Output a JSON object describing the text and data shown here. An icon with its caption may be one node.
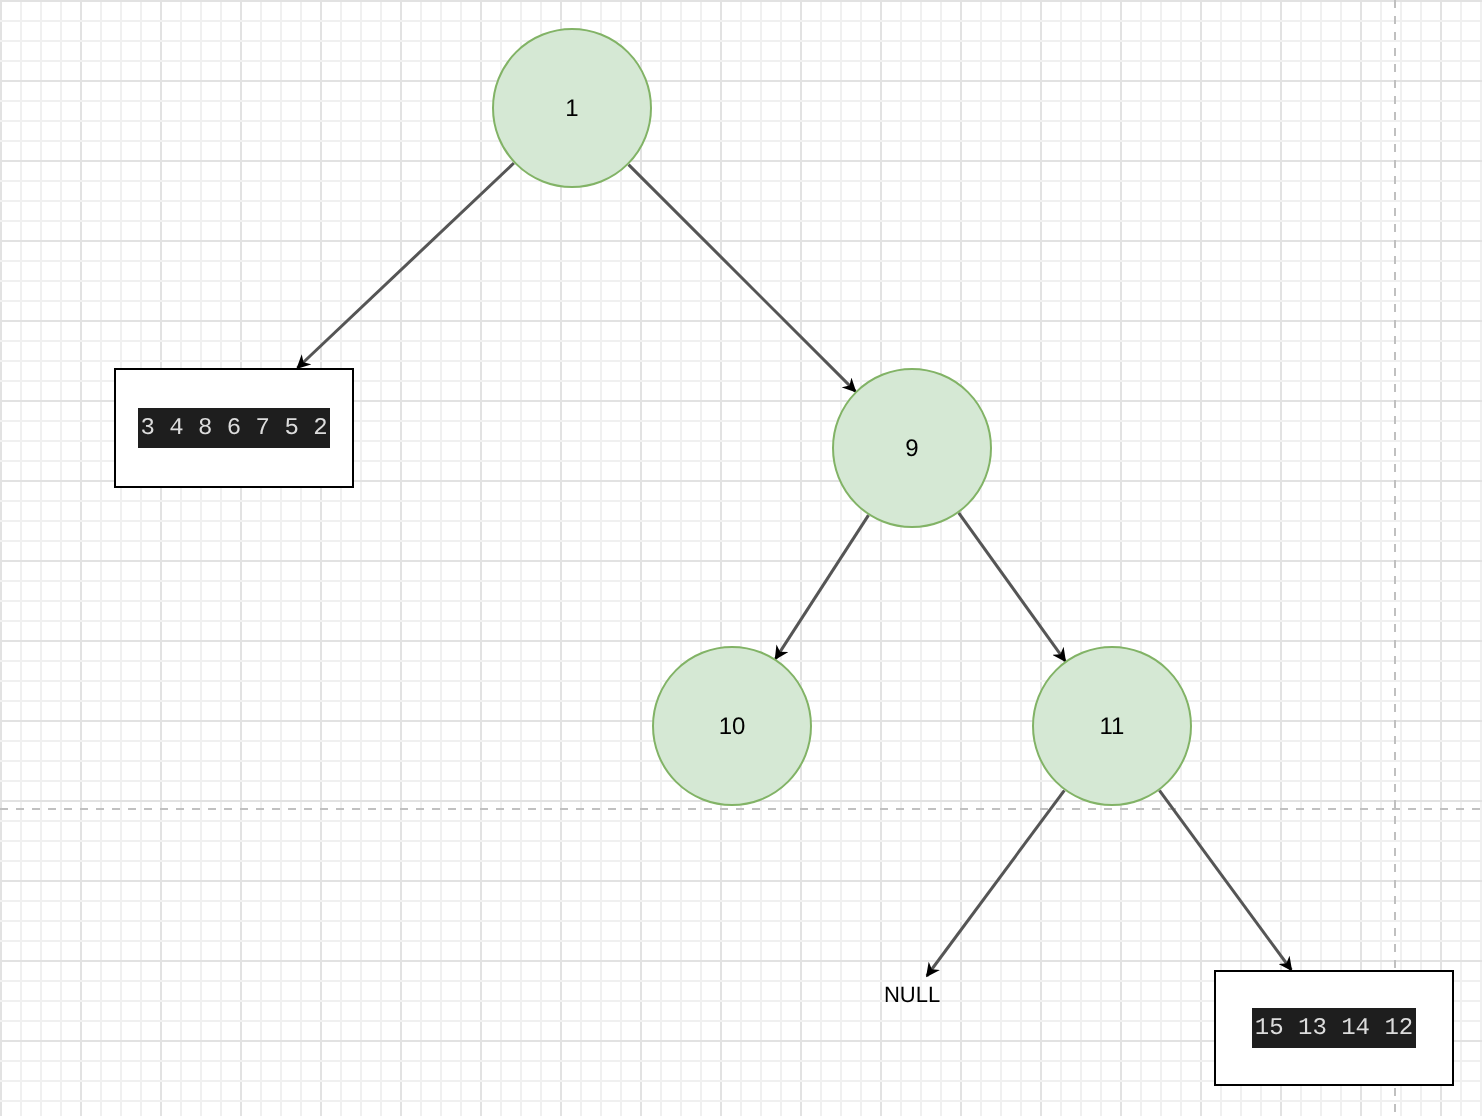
{
  "diagram": {
    "nodes": [
      {
        "text": [
          "1"
        ]
      },
      {
        "text": [
          "3 4 8 6 7 5 2"
        ]
      },
      {
        "text": [
          "9"
        ]
      },
      {
        "text": [
          "10"
        ]
      },
      {
        "text": [
          "11"
        ]
      },
      {
        "text": [
          "NULL"
        ]
      },
      {
        "text": [
          "15 13 14 12"
        ]
      }
    ],
    "edges": [
      {
        "from": 0,
        "to": 1,
        "arrow": "to"
      },
      {
        "from": 0,
        "to": 2,
        "arrow": "to"
      },
      {
        "from": 2,
        "to": 3,
        "arrow": "to"
      },
      {
        "from": 2,
        "to": 4,
        "arrow": "to"
      },
      {
        "from": 4,
        "to": 5,
        "arrow": "to"
      },
      {
        "from": 4,
        "to": 6,
        "arrow": "to"
      }
    ]
  }
}
